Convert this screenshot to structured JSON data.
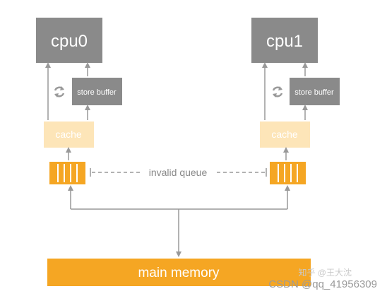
{
  "cpus": [
    {
      "label": "cpu0",
      "store_buffer_label": "store buffer",
      "cache_label": "cache"
    },
    {
      "label": "cpu1",
      "store_buffer_label": "store buffer",
      "cache_label": "cache"
    }
  ],
  "invalid_queue_label": "invalid queue",
  "main_memory_label": "main memory",
  "watermark": {
    "top": "知乎 @王大沈",
    "bottom": "CSDN @qq_41956309"
  },
  "colors": {
    "cpu_box": "#8a8a8a",
    "store_buffer_box": "#8a8a8a",
    "cache_box": "#fde5b8",
    "queue_cells": "#f5a623",
    "main_memory": "#f5a623",
    "arrows": "#999999"
  }
}
